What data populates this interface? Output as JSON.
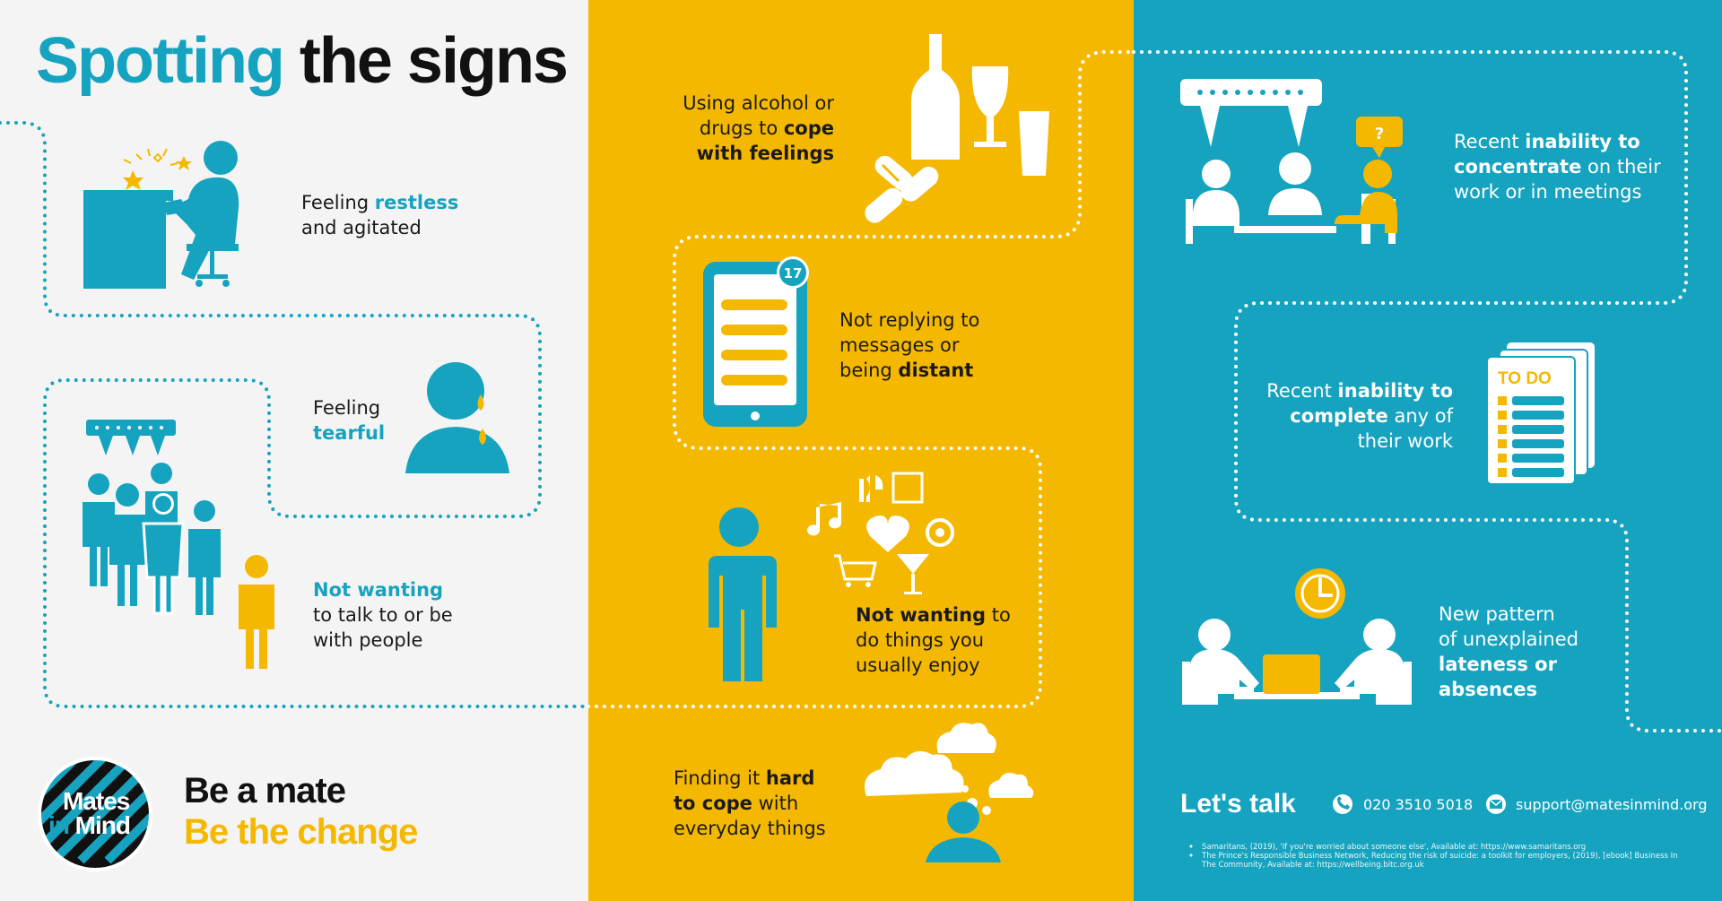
{
  "title": {
    "word1": "Spotting",
    "word2": "the signs"
  },
  "signs": {
    "restless": {
      "pre": "Feeling ",
      "em": "restless",
      "line2": "and agitated"
    },
    "tearful": {
      "line1": "Feeling",
      "em": "tearful"
    },
    "withdrawn": {
      "em": "Not wanting",
      "line2": "to talk to or be",
      "line3": "with people"
    },
    "alcohol": {
      "line1": "Using alcohol or",
      "pre2": "drugs to ",
      "em2": "cope",
      "em3": "with feelings"
    },
    "replying": {
      "line1": "Not replying to",
      "line2": "messages or",
      "pre3": "being ",
      "em3": "distant"
    },
    "enjoy": {
      "em": "Not wanting",
      "post1": " to",
      "line2": "do things you",
      "line3": "usually enjoy"
    },
    "cope": {
      "pre1": "Finding it ",
      "em1": "hard",
      "em2": "to cope",
      "post2": " with",
      "line3": "everyday things"
    },
    "concentrate": {
      "pre1": "Recent ",
      "em1": "inability to",
      "em2": "concentrate",
      "post2": " on their",
      "line3": "work or in meetings"
    },
    "complete": {
      "pre1": "Recent ",
      "em1": "inability to",
      "em2": "complete",
      "post2": " any of",
      "line3": "their work"
    },
    "lateness": {
      "line1": "New pattern",
      "line2": "of unexplained",
      "em3": "lateness or",
      "em4": "absences"
    }
  },
  "icons": {
    "phone_badge": "17",
    "question_mark": "?",
    "todo_label": "TO DO"
  },
  "logo": {
    "line1": "Mates",
    "line2a": "in",
    "line2b": " Mind"
  },
  "slogan": {
    "line1": "Be a mate",
    "line2": "Be the change"
  },
  "footer": {
    "lets_talk": "Let's talk",
    "phone": "020 3510 5018",
    "email": "support@matesinmind.org",
    "refs": [
      "Samaritans, (2019), 'If you're worried about someone else', Available at: https://www.samaritans.org",
      "The Prince's Responsible Business Network, Reducing the risk of suicide: a toolkit for employers, (2019), [ebook] Business In",
      "The Community, Available at: https://wellbeing.bitc.org.uk"
    ]
  },
  "colors": {
    "teal": "#16a3bf",
    "yellow": "#f5b800",
    "grey": "#f4f4f4",
    "dark": "#111111",
    "white": "#ffffff"
  }
}
